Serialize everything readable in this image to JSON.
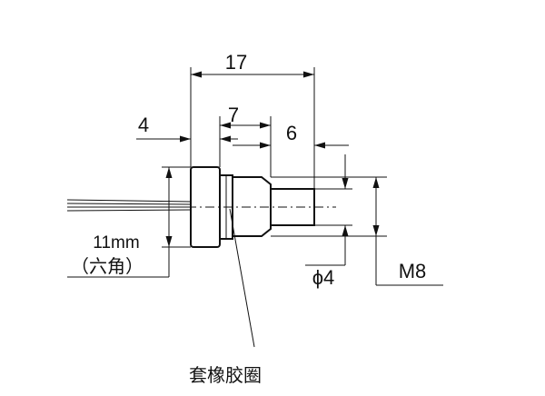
{
  "dimensions": {
    "total_length": "17",
    "left_offset": "4",
    "middle_length": "7",
    "tip_length": "6",
    "tip_diameter": "ϕ4",
    "thread": "M8",
    "hex_size": "11mm",
    "hex_note": "（六角）"
  },
  "callouts": {
    "rubber_ring": "套橡胶圈"
  }
}
